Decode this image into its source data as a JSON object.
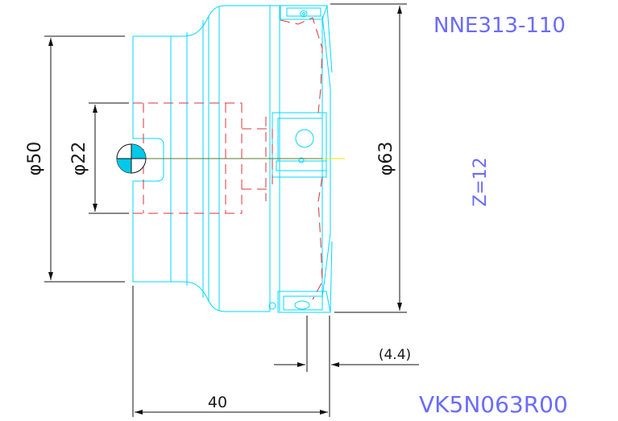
{
  "labels": {
    "insert_code": "NNE313-110",
    "teeth": "Z=12",
    "body_code": "VK5N063R00"
  },
  "dimensions": {
    "shank_dia": "φ50",
    "bore_dia": "φ22",
    "cutter_dia": "φ63",
    "overhang": "(4.4)",
    "length": "40"
  },
  "colors": {
    "outline": "#00d8ff",
    "hidden": "#e0303a",
    "dimension": "#111111",
    "text_blue": "#6b6bff",
    "center_mark": "#00c8e8",
    "axis": "#5a7a30",
    "tip": "#e8e800"
  }
}
